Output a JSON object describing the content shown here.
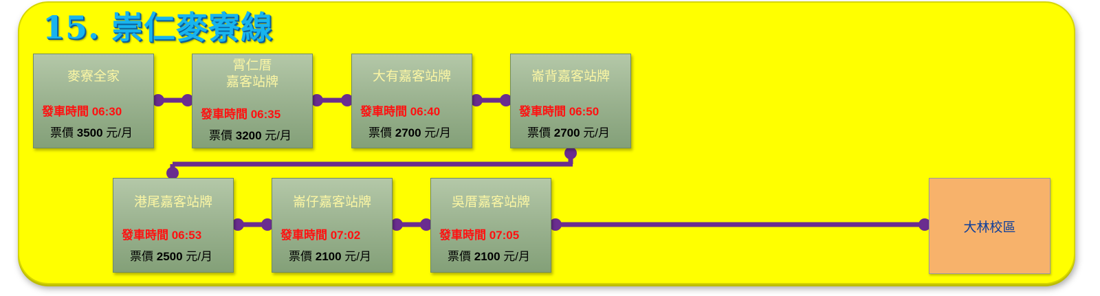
{
  "title": "15. 崇仁麥寮線",
  "stops_row1": [
    {
      "name": "麥寮全家",
      "time": "發車時間 06:30",
      "price_label": "票價",
      "price_value": "3500",
      "price_unit": "元/月"
    },
    {
      "name": "霄仁厝\n嘉客站牌",
      "time": "發車時間 06:35",
      "price_label": "票價",
      "price_value": "3200",
      "price_unit": "元/月"
    },
    {
      "name": "大有嘉客站牌",
      "time": "發車時間 06:40",
      "price_label": "票價",
      "price_value": "2700",
      "price_unit": "元/月"
    },
    {
      "name": "崙背嘉客站牌",
      "time": "發車時間 06:50",
      "price_label": "票價",
      "price_value": "2700",
      "price_unit": "元/月"
    }
  ],
  "stops_row2": [
    {
      "name": "港尾嘉客站牌",
      "time": "發車時間 06:53",
      "price_label": "票價",
      "price_value": "2500",
      "price_unit": "元/月"
    },
    {
      "name": "崙仔嘉客站牌",
      "time": "發車時間 07:02",
      "price_label": "票價",
      "price_value": "2100",
      "price_unit": "元/月"
    },
    {
      "name": "吳厝嘉客站牌",
      "time": "發車時間 07:05",
      "price_label": "票價",
      "price_value": "2100",
      "price_unit": "元/月"
    }
  ],
  "destination": "大林校區",
  "colors": {
    "panel": "#ffff00",
    "title": "#18b4ee",
    "connector": "#6a2d8f",
    "stop_name": "#fbf6a4",
    "time": "#ff1010",
    "destination_bg": "#f7b26b",
    "destination_text": "#0b3d9c"
  }
}
